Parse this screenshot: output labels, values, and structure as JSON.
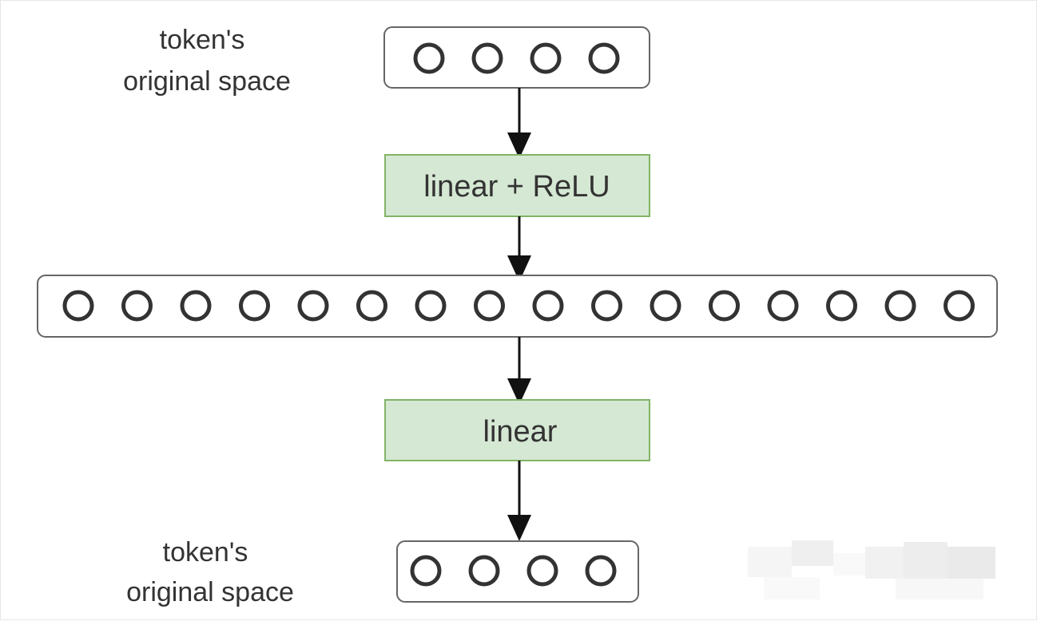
{
  "diagram": {
    "top_caption": {
      "line1": "token's",
      "line2": "original space"
    },
    "bottom_caption": {
      "line1": "token's",
      "line2": "original space"
    },
    "layers": [
      {
        "id": "input-vector",
        "kind": "vector",
        "nodes": 4
      },
      {
        "id": "linear-relu",
        "kind": "operation",
        "label": "linear + ReLU"
      },
      {
        "id": "hidden-vector",
        "kind": "vector",
        "nodes": 16
      },
      {
        "id": "linear",
        "kind": "operation",
        "label": "linear"
      },
      {
        "id": "output-vector",
        "kind": "vector",
        "nodes": 4
      }
    ],
    "colors": {
      "operation_fill": "#d5e8d4",
      "operation_stroke": "#82b366",
      "vector_stroke": "#666666",
      "node_stroke": "#333333",
      "arrow": "#111111",
      "text": "#333333"
    }
  }
}
